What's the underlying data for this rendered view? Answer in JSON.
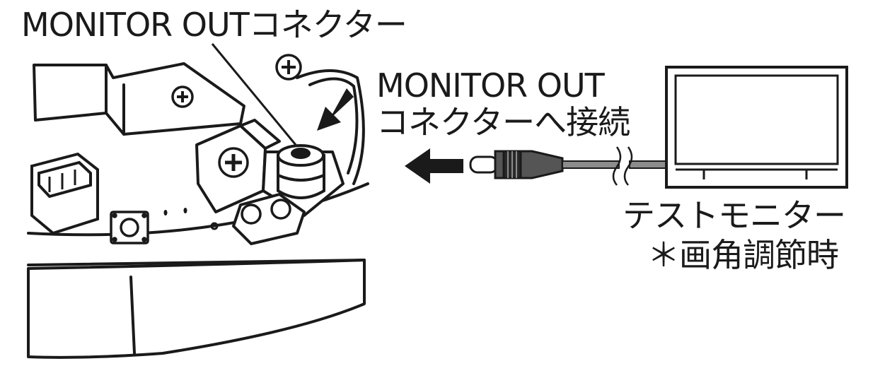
{
  "labels": {
    "connector_name": "MONITOR OUTコネクター",
    "connect_line1": "MONITOR OUT",
    "connect_line2": "コネクターへ接続",
    "test_monitor": "テストモニター",
    "angle_note": "＊画角調節時"
  },
  "icons": {
    "push_arrow": "arrow-down-left-icon",
    "connect_arrow": "arrow-left-icon",
    "cable_break": "cable-break-icon"
  },
  "colors": {
    "line": "#1a1a1a",
    "plug_shade": "#555555",
    "cable_gray": "#8c8c8c",
    "fill": "#ffffff"
  }
}
